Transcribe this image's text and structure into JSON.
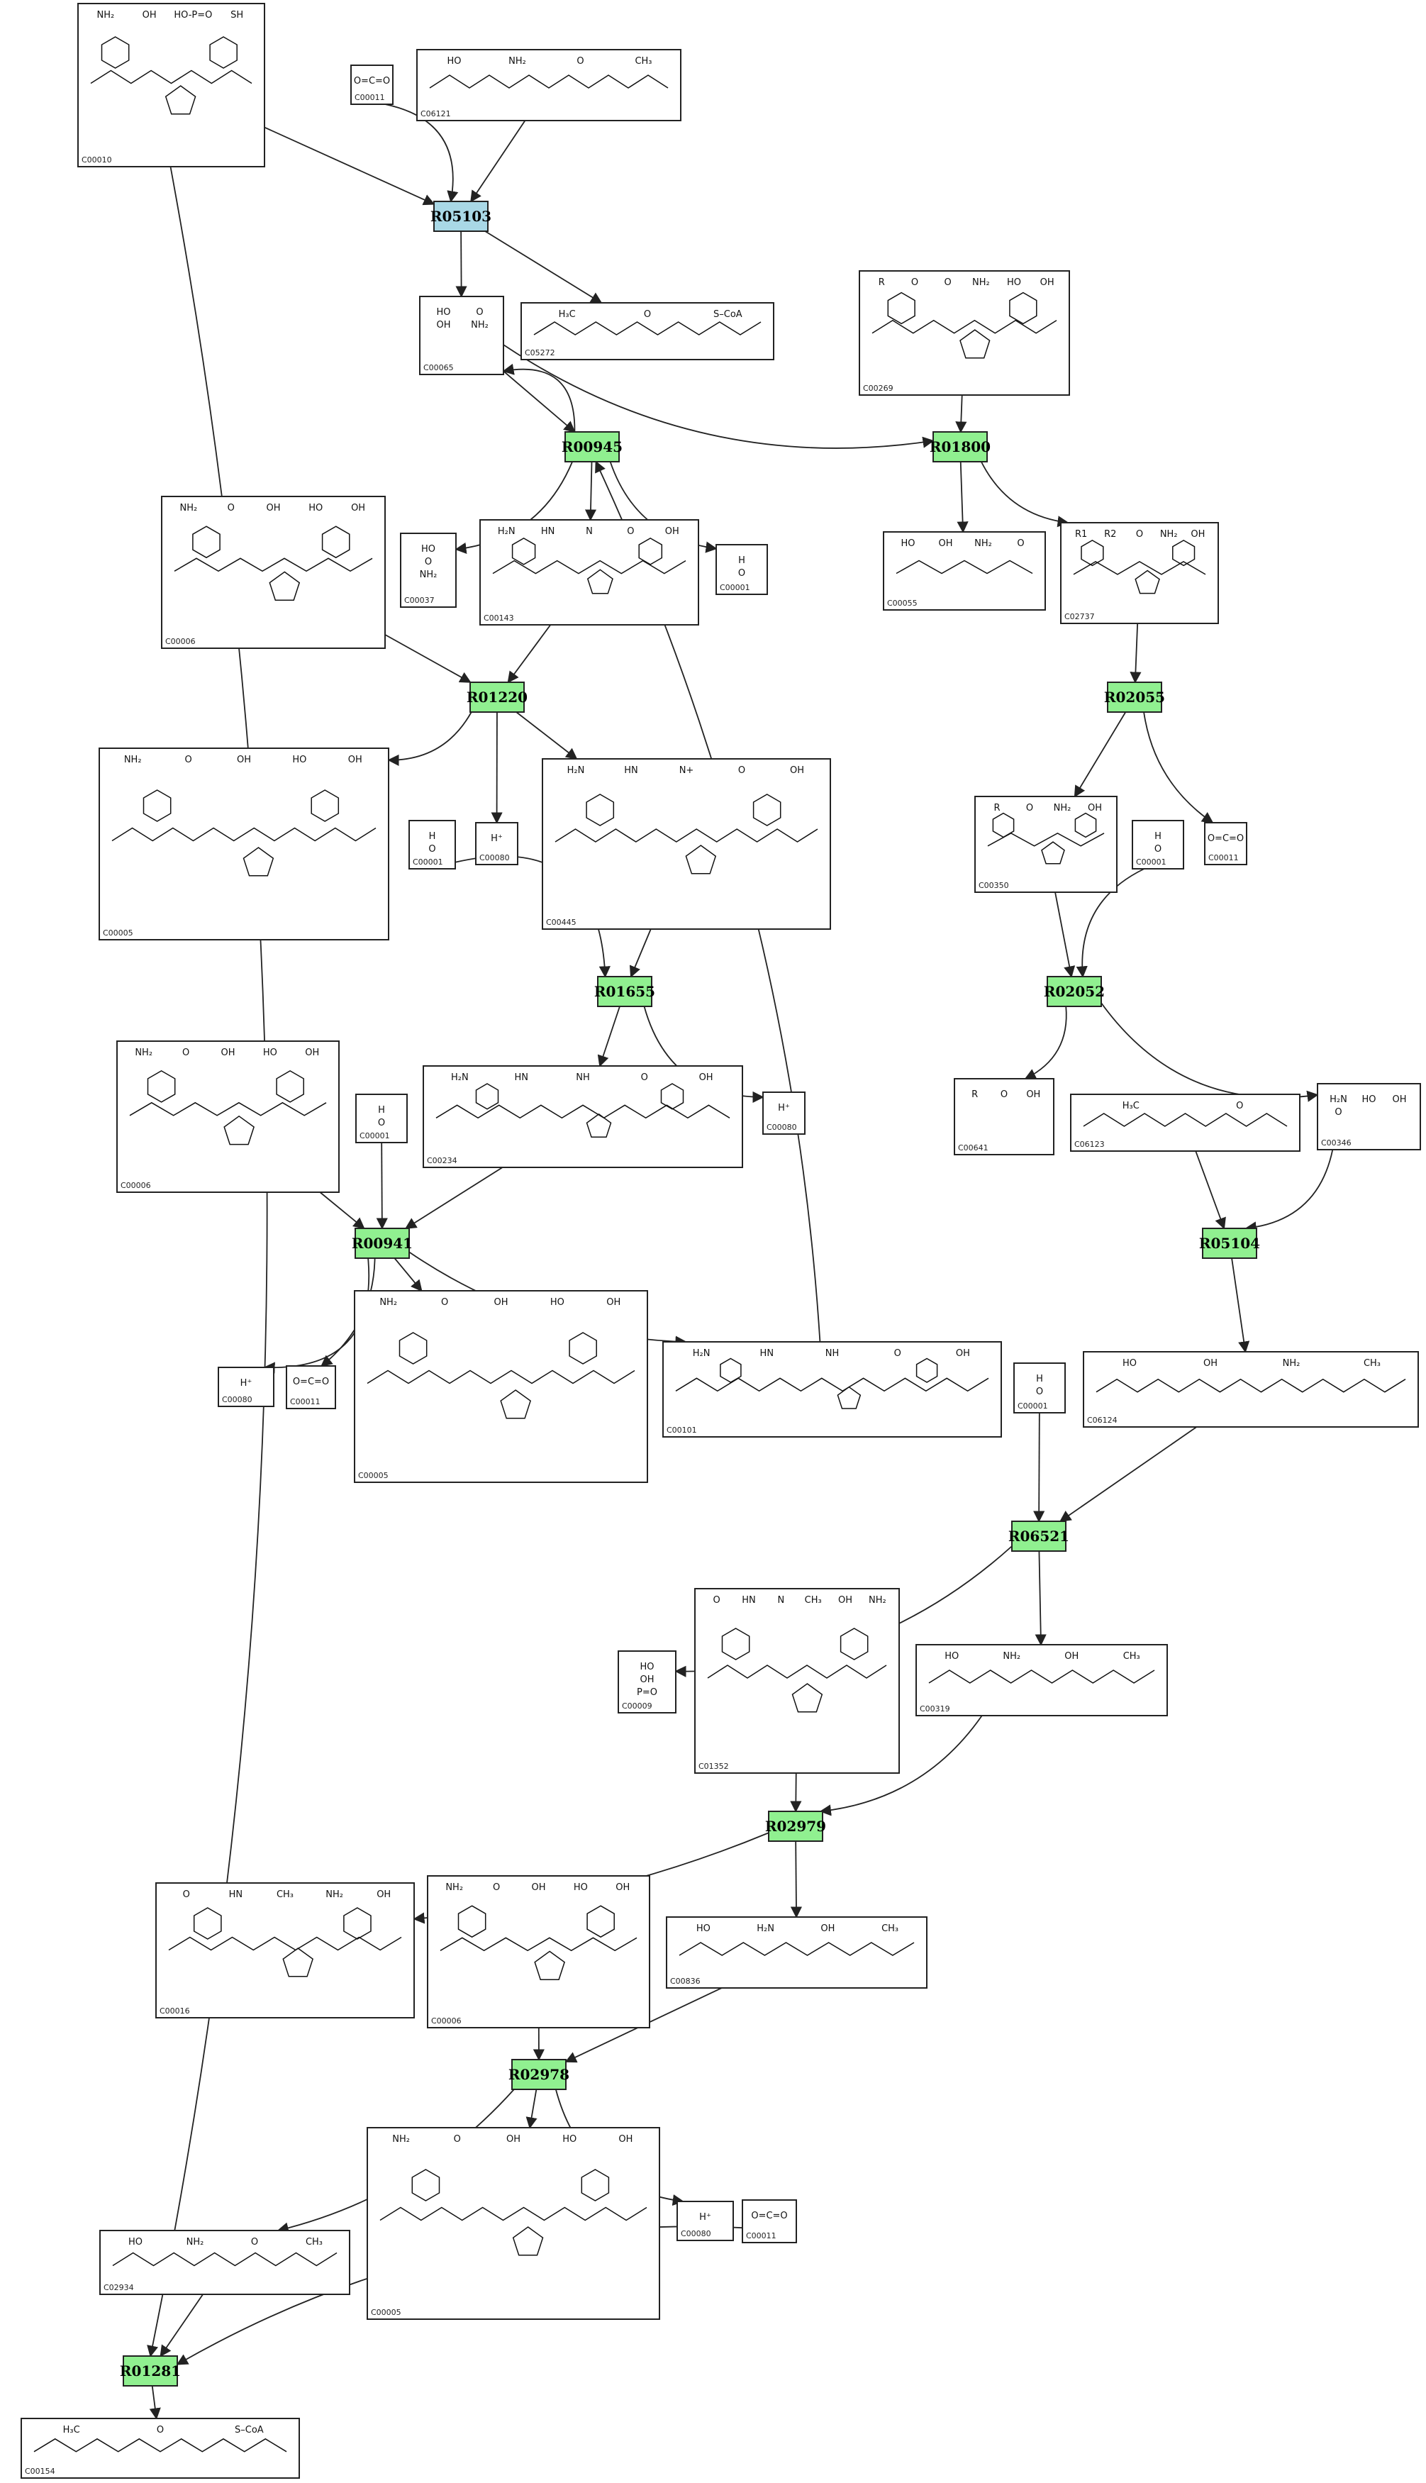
{
  "colors": {
    "reaction_green": "#90f090",
    "reaction_blue": "#a9d8e6",
    "ink": "#222222"
  },
  "reactions": [
    {
      "id": "R05103",
      "color": "blue"
    },
    {
      "id": "R00945",
      "color": "green"
    },
    {
      "id": "R01800",
      "color": "green"
    },
    {
      "id": "R01220",
      "color": "green"
    },
    {
      "id": "R02055",
      "color": "green"
    },
    {
      "id": "R01655",
      "color": "green"
    },
    {
      "id": "R02052",
      "color": "green"
    },
    {
      "id": "R00941",
      "color": "green"
    },
    {
      "id": "R05104",
      "color": "green"
    },
    {
      "id": "R06521",
      "color": "green"
    },
    {
      "id": "R02979",
      "color": "green"
    },
    {
      "id": "R02978",
      "color": "green"
    },
    {
      "id": "R01281",
      "color": "green"
    }
  ],
  "compounds": [
    {
      "key": "c00010",
      "id": "C00010",
      "text": [
        "NH₂",
        "OH",
        "HO-P=O",
        "SH"
      ]
    },
    {
      "key": "c00011_a",
      "id": "C00011",
      "text": [
        "O=C=O"
      ]
    },
    {
      "key": "c06121",
      "id": "C06121",
      "text": [
        "HO",
        "NH₂",
        "O",
        "CH₃"
      ]
    },
    {
      "key": "c00065",
      "id": "C00065",
      "text": [
        "HO",
        "O",
        "OH",
        "NH₂"
      ]
    },
    {
      "key": "c05272",
      "id": "C05272",
      "text": [
        "H₃C",
        "O",
        "S–CoA"
      ]
    },
    {
      "key": "c00269",
      "id": "C00269",
      "text": [
        "R",
        "O",
        "O",
        "NH₂",
        "HO",
        "OH"
      ]
    },
    {
      "key": "c00006_a",
      "id": "C00006",
      "text": [
        "NH₂",
        "O",
        "OH",
        "HO",
        "OH"
      ]
    },
    {
      "key": "c00037",
      "id": "C00037",
      "text": [
        "HO",
        "O",
        "NH₂"
      ]
    },
    {
      "key": "c00143",
      "id": "C00143",
      "text": [
        "H₂N",
        "HN",
        "N",
        "O",
        "OH"
      ]
    },
    {
      "key": "c00001_a",
      "id": "C00001",
      "text": [
        "H",
        "O",
        "H"
      ]
    },
    {
      "key": "c00055",
      "id": "C00055",
      "text": [
        "HO",
        "OH",
        "NH₂",
        "O"
      ]
    },
    {
      "key": "c02737",
      "id": "C02737",
      "text": [
        "R1",
        "R2",
        "O",
        "NH₂",
        "OH"
      ]
    },
    {
      "key": "c00005_a",
      "id": "C00005",
      "text": [
        "NH₂",
        "O",
        "OH",
        "HO",
        "OH"
      ]
    },
    {
      "key": "c00001_b",
      "id": "C00001",
      "text": [
        "H",
        "O",
        "H"
      ]
    },
    {
      "key": "c00080_a",
      "id": "C00080",
      "text": [
        "H⁺"
      ]
    },
    {
      "key": "c00445",
      "id": "C00445",
      "text": [
        "H₂N",
        "HN",
        "N+",
        "O",
        "OH"
      ]
    },
    {
      "key": "c00350",
      "id": "C00350",
      "text": [
        "R",
        "O",
        "NH₂",
        "OH"
      ]
    },
    {
      "key": "c00001_c",
      "id": "C00001",
      "text": [
        "H",
        "O",
        "H"
      ]
    },
    {
      "key": "c00011_b",
      "id": "C00011",
      "text": [
        "O=C=O"
      ]
    },
    {
      "key": "c00006_b",
      "id": "C00006",
      "text": [
        "NH₂",
        "O",
        "OH",
        "HO",
        "OH"
      ]
    },
    {
      "key": "c00001_d",
      "id": "C00001",
      "text": [
        "H",
        "O",
        "H"
      ]
    },
    {
      "key": "c00234",
      "id": "C00234",
      "text": [
        "H₂N",
        "HN",
        "NH",
        "O",
        "OH"
      ]
    },
    {
      "key": "c00080_b",
      "id": "C00080",
      "text": [
        "H⁺"
      ]
    },
    {
      "key": "c00641",
      "id": "C00641",
      "text": [
        "R",
        "O",
        "OH"
      ]
    },
    {
      "key": "c06123",
      "id": "C06123",
      "text": [
        "H₃C",
        "O"
      ]
    },
    {
      "key": "c00346",
      "id": "C00346",
      "text": [
        "H₂N",
        "HO",
        "OH",
        "O"
      ]
    },
    {
      "key": "c00080_c",
      "id": "C00080",
      "text": [
        "H⁺"
      ]
    },
    {
      "key": "c00011_c",
      "id": "C00011",
      "text": [
        "O=C=O"
      ]
    },
    {
      "key": "c00005_b",
      "id": "C00005",
      "text": [
        "NH₂",
        "O",
        "OH",
        "HO",
        "OH"
      ]
    },
    {
      "key": "c00101",
      "id": "C00101",
      "text": [
        "H₂N",
        "HN",
        "NH",
        "O",
        "OH"
      ]
    },
    {
      "key": "c00001_e",
      "id": "C00001",
      "text": [
        "H",
        "O",
        "H"
      ]
    },
    {
      "key": "c06124",
      "id": "C06124",
      "text": [
        "HO",
        "OH",
        "NH₂",
        "CH₃"
      ]
    },
    {
      "key": "c00009",
      "id": "C00009",
      "text": [
        "HO",
        "OH",
        "P=O"
      ]
    },
    {
      "key": "c01352",
      "id": "C01352",
      "text": [
        "O",
        "HN",
        "N",
        "CH₃",
        "OH",
        "NH₂"
      ]
    },
    {
      "key": "c00319",
      "id": "C00319",
      "text": [
        "HO",
        "NH₂",
        "OH",
        "CH₃"
      ]
    },
    {
      "key": "c00016",
      "id": "C00016",
      "text": [
        "O",
        "HN",
        "CH₃",
        "NH₂",
        "OH"
      ]
    },
    {
      "key": "c00006_c",
      "id": "C00006",
      "text": [
        "NH₂",
        "O",
        "OH",
        "HO",
        "OH"
      ]
    },
    {
      "key": "c00836",
      "id": "C00836",
      "text": [
        "HO",
        "H₂N",
        "OH",
        "CH₃"
      ]
    },
    {
      "key": "c02934",
      "id": "C02934",
      "text": [
        "HO",
        "NH₂",
        "O",
        "CH₃"
      ]
    },
    {
      "key": "c00005_c",
      "id": "C00005",
      "text": [
        "NH₂",
        "O",
        "OH",
        "HO",
        "OH"
      ]
    },
    {
      "key": "c00080_d",
      "id": "C00080",
      "text": [
        "H⁺"
      ]
    },
    {
      "key": "c00011_d",
      "id": "C00011",
      "text": [
        "O=C=O"
      ]
    },
    {
      "key": "c00154",
      "id": "C00154",
      "text": [
        "H₃C",
        "O",
        "S–CoA"
      ]
    }
  ]
}
